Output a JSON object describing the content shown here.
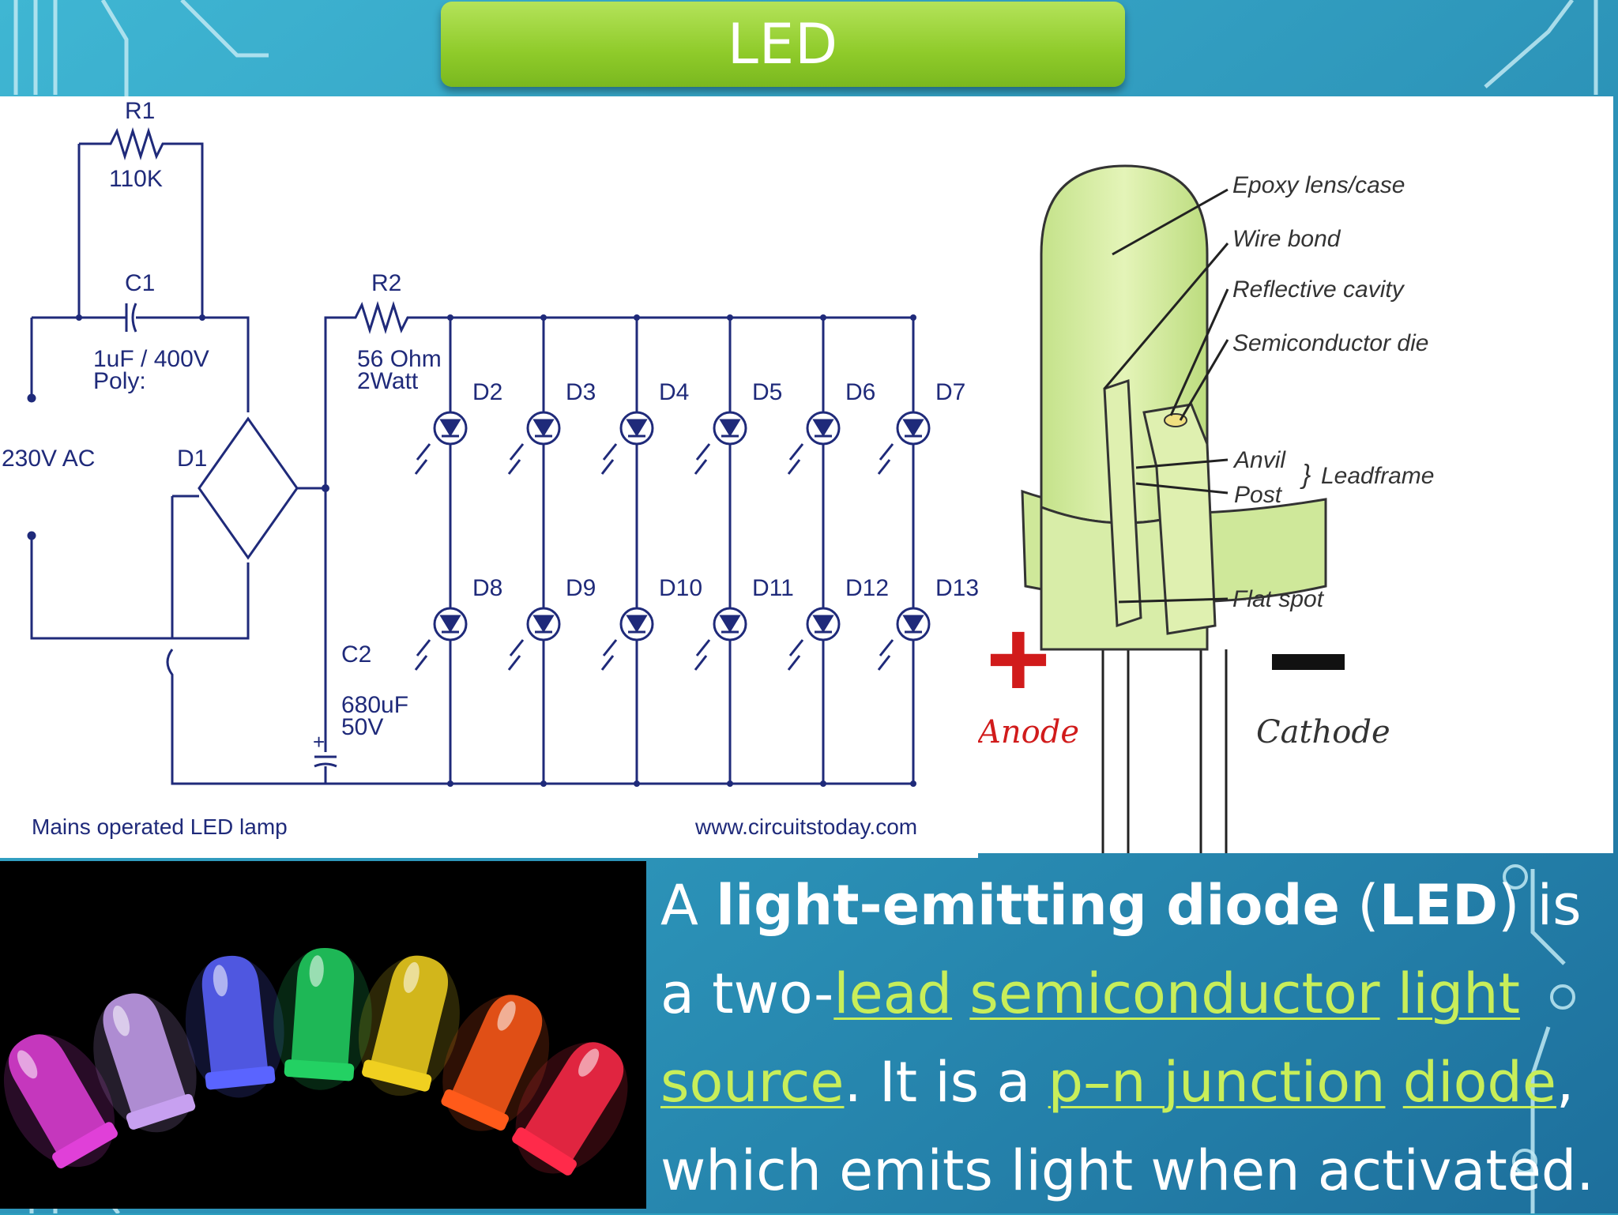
{
  "title": "LED",
  "colors": {
    "background": "#2d9fbf",
    "title_bar": "#8fcb2a",
    "link_text": "#c8ee5a",
    "wire": "#1f2a7a"
  },
  "schematic": {
    "r1_name": "R1",
    "r1_value": "110K",
    "c1_name": "C1",
    "c1_value": "1uF / 400V",
    "c1_type": "Poly:",
    "source": "230V AC",
    "d1": "D1",
    "r2_name": "R2",
    "r2_value": "56 Ohm",
    "r2_power": "2Watt",
    "c2_name": "C2",
    "c2_value": "680uF",
    "c2_voltage": "50V",
    "top_row": [
      "D2",
      "D3",
      "D4",
      "D5",
      "D6",
      "D7"
    ],
    "bottom_row": [
      "D8",
      "D9",
      "D10",
      "D11",
      "D12",
      "D13"
    ],
    "caption": "Mains operated LED  lamp",
    "credit": "www.circuitstoday.com"
  },
  "led_diagram": {
    "labels": {
      "epoxy": "Epoxy lens/case",
      "wire_bond": "Wire bond",
      "reflective": "Reflective cavity",
      "die": "Semiconductor die",
      "anvil": "Anvil",
      "post": "Post",
      "leadframe": "Leadframe",
      "flat_spot": "Flat spot",
      "anode": "Anode",
      "cathode": "Cathode"
    },
    "plus_symbol": "+",
    "minus_symbol": "−"
  },
  "photo": {
    "icon": "colored-leds-photo",
    "led_colors": [
      "#e040d8",
      "#c7a0f0",
      "#5a64ff",
      "#23d163",
      "#f0d020",
      "#ff5a1a",
      "#ff2a4a"
    ]
  },
  "description": {
    "line1": {
      "a": "A ",
      "b": "light-emitting diode",
      "c": " (",
      "d": "LED",
      "e": ") is"
    },
    "line2": {
      "a": "a two-",
      "link1": "lead",
      "sp1": " ",
      "link2": "semiconductor",
      "sp2": " ",
      "link3": "light"
    },
    "line3": {
      "link4": "source",
      "a": ". It is a ",
      "link5": "p–n junction",
      "sp": " ",
      "link6": "diode",
      "b": ","
    },
    "line4": "which emits light when activated."
  }
}
